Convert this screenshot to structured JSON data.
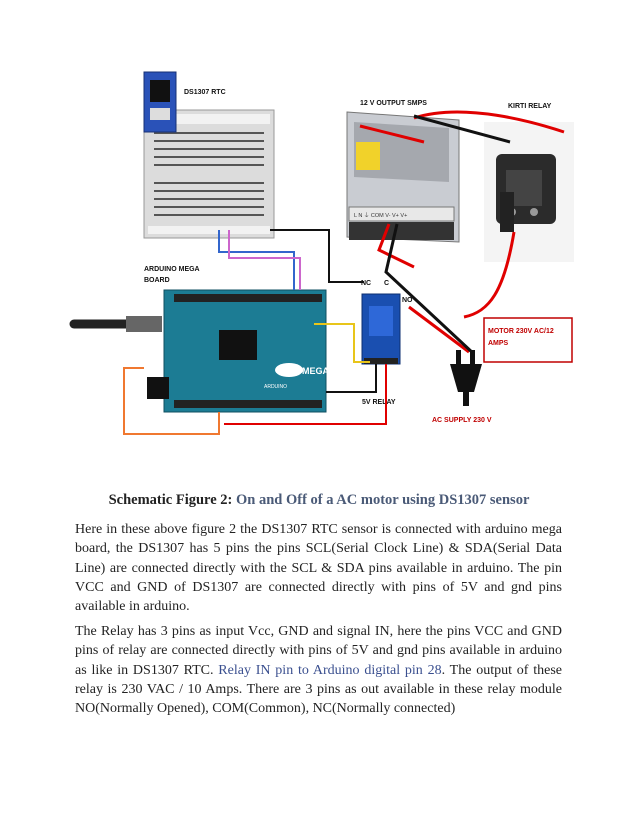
{
  "figure": {
    "labels": {
      "rtc": "DS1307 RTC",
      "smps": "12 V OUTPUT SMPS",
      "kirti": "KIRTI RELAY",
      "mega_line1": "ARDUINO MEGA",
      "mega_line2": "BOARD",
      "nc": "NC",
      "c": "C",
      "no": "NO",
      "motor_line1": "MOTOR 230V AC/12",
      "motor_line2": "AMPS",
      "relay5v": "5V RELAY",
      "ac_supply": "AC SUPPLY 230 V",
      "mega_logo": "MEGA",
      "board_text": "ARDUINO",
      "psu_text": "L  N  ⏚  COM  V-  V+  V+"
    },
    "colors": {
      "red_wire": "#e00000",
      "board_blue": "#1c7c94",
      "relay_blue": "#1a4fb0",
      "black_wire": "#111111",
      "orange_wire": "#f07830",
      "yellow_wire": "#e8c51a"
    }
  },
  "caption": {
    "prefix": "Schematic Figure 2:",
    "title": " On and Off of a AC motor using DS1307 sensor"
  },
  "paragraph1": "Here in these above figure 2 the DS1307 RTC sensor is connected with arduino mega board, the DS1307 has 5 pins the pins SCL(Serial Clock Line) & SDA(Serial Data Line) are connected directly with the SCL & SDA pins available in arduino. The pin VCC and GND of DS1307 are connected directly with pins of 5V and gnd pins  available in arduino.",
  "paragraph2": {
    "part1": "The Relay has 3 pins as input Vcc, GND and signal IN, here the pins VCC and GND pins of relay  are connected directly with pins of 5V and gnd pins  available in arduino as like in DS1307 RTC. ",
    "link": "Relay IN pin to Arduino digital pin 28",
    "part2": ". The output of these relay is 230 VAC / 10 Amps. There are 3 pins as out available in these relay module NO(Normally Opened), COM(Common),  NC(Normally connected)"
  }
}
